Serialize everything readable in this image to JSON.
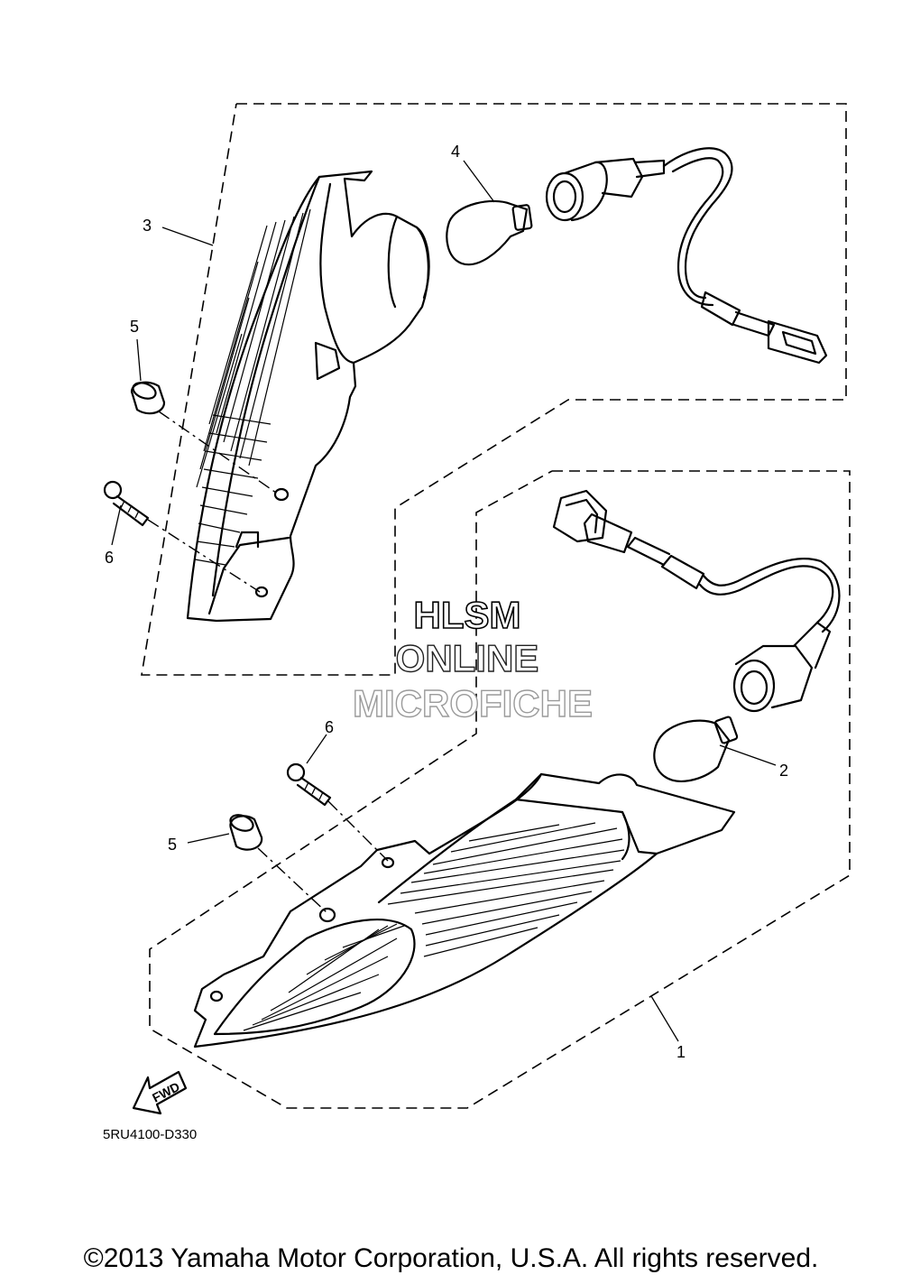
{
  "diagram": {
    "callouts": [
      {
        "id": "1",
        "text": "1"
      },
      {
        "id": "2",
        "text": "2"
      },
      {
        "id": "3",
        "text": "3"
      },
      {
        "id": "4",
        "text": "4"
      },
      {
        "id": "5a",
        "text": "5"
      },
      {
        "id": "5b",
        "text": "5"
      },
      {
        "id": "6a",
        "text": "6"
      },
      {
        "id": "6b",
        "text": "6"
      }
    ],
    "direction_arrow": "FWD",
    "diagram_code": "5RU4100-D330"
  },
  "watermark": {
    "line1": "HLSM",
    "line2": "ONLINE",
    "line3": "MICROFICHE"
  },
  "footer": {
    "copyright": "©2013 Yamaha Motor Corporation, U.S.A. All rights reserved."
  }
}
